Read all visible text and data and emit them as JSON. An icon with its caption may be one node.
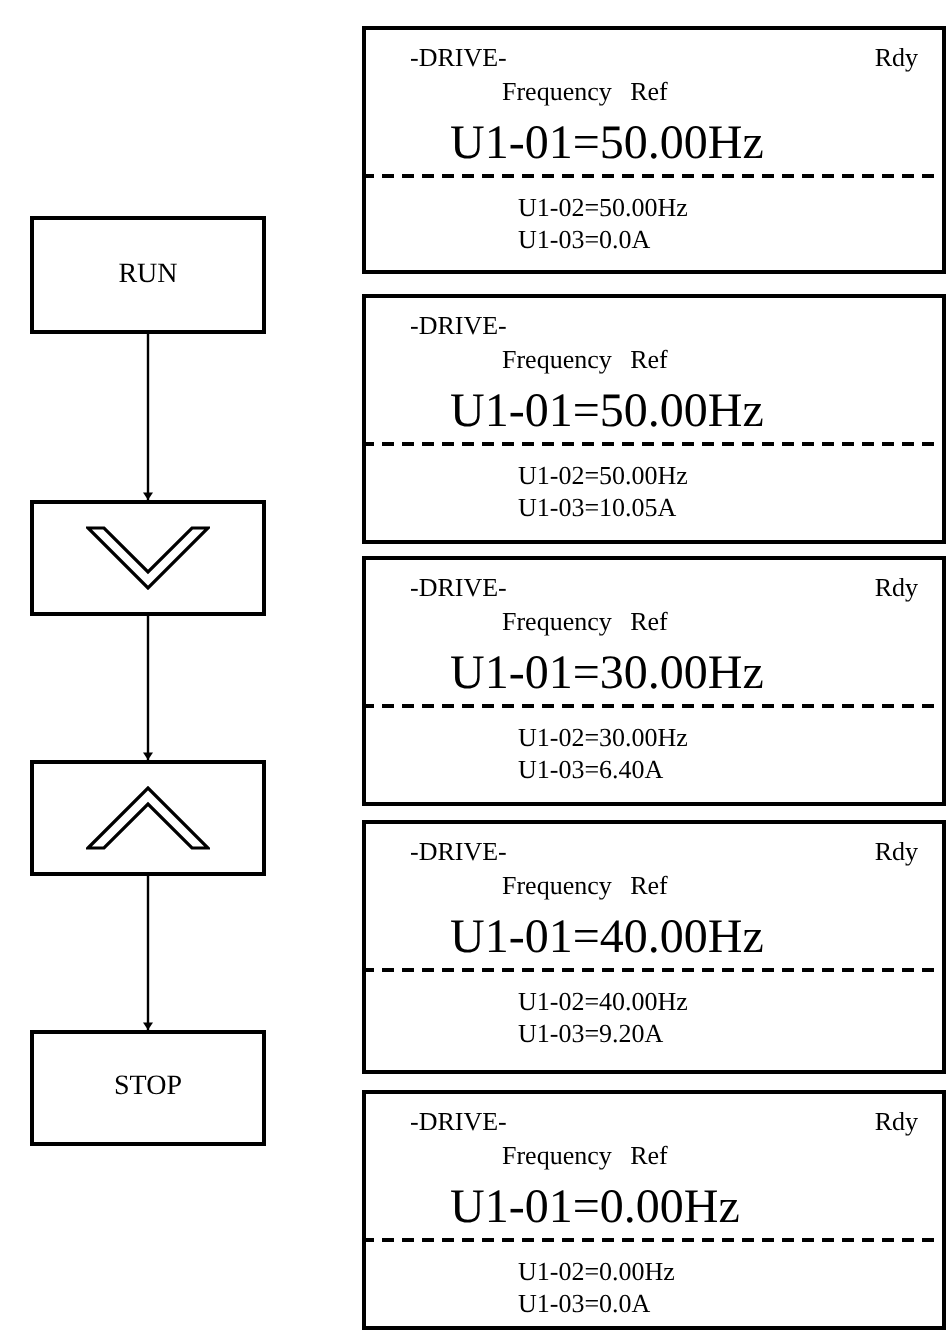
{
  "diagram": {
    "nodes": [
      {
        "text": [
          "RUN"
        ]
      },
      {
        "text": [],
        "shape": "box"
      },
      {
        "text": [],
        "shape": "box"
      },
      {
        "text": [
          "STOP"
        ]
      },
      {
        "text": [
          "-DRIVE-",
          "Rdy",
          "Frequency Ref",
          "U1-01=50.00Hz",
          "U1-02=50.00Hz",
          "U1-03=0.0A"
        ]
      },
      {
        "text": [
          "-DRIVE-",
          "Frequency Ref",
          "U1-01=50.00Hz",
          "U1-02=50.00Hz",
          "U1-03=10.05A"
        ]
      },
      {
        "text": [
          "-DRIVE-",
          "Rdy",
          "Frequency Ref",
          "U1-01=30.00Hz",
          "U1-02=30.00Hz",
          "U1-03=6.40A"
        ]
      },
      {
        "text": [
          "-DRIVE-",
          "Rdy",
          "Frequency Ref",
          "U1-01=40.00Hz",
          "U1-02=40.00Hz",
          "U1-03=9.20A"
        ]
      },
      {
        "text": [
          "-DRIVE-",
          "Rdy",
          "Frequency Ref",
          "U1-01=0.00Hz",
          "U1-02=0.00Hz",
          "U1-03=0.0A"
        ]
      }
    ],
    "edges": [
      {
        "from": 0,
        "to": 1,
        "arrow": "to"
      },
      {
        "from": 1,
        "to": 2,
        "arrow": "to"
      },
      {
        "from": 2,
        "to": 3,
        "arrow": "to"
      }
    ]
  }
}
